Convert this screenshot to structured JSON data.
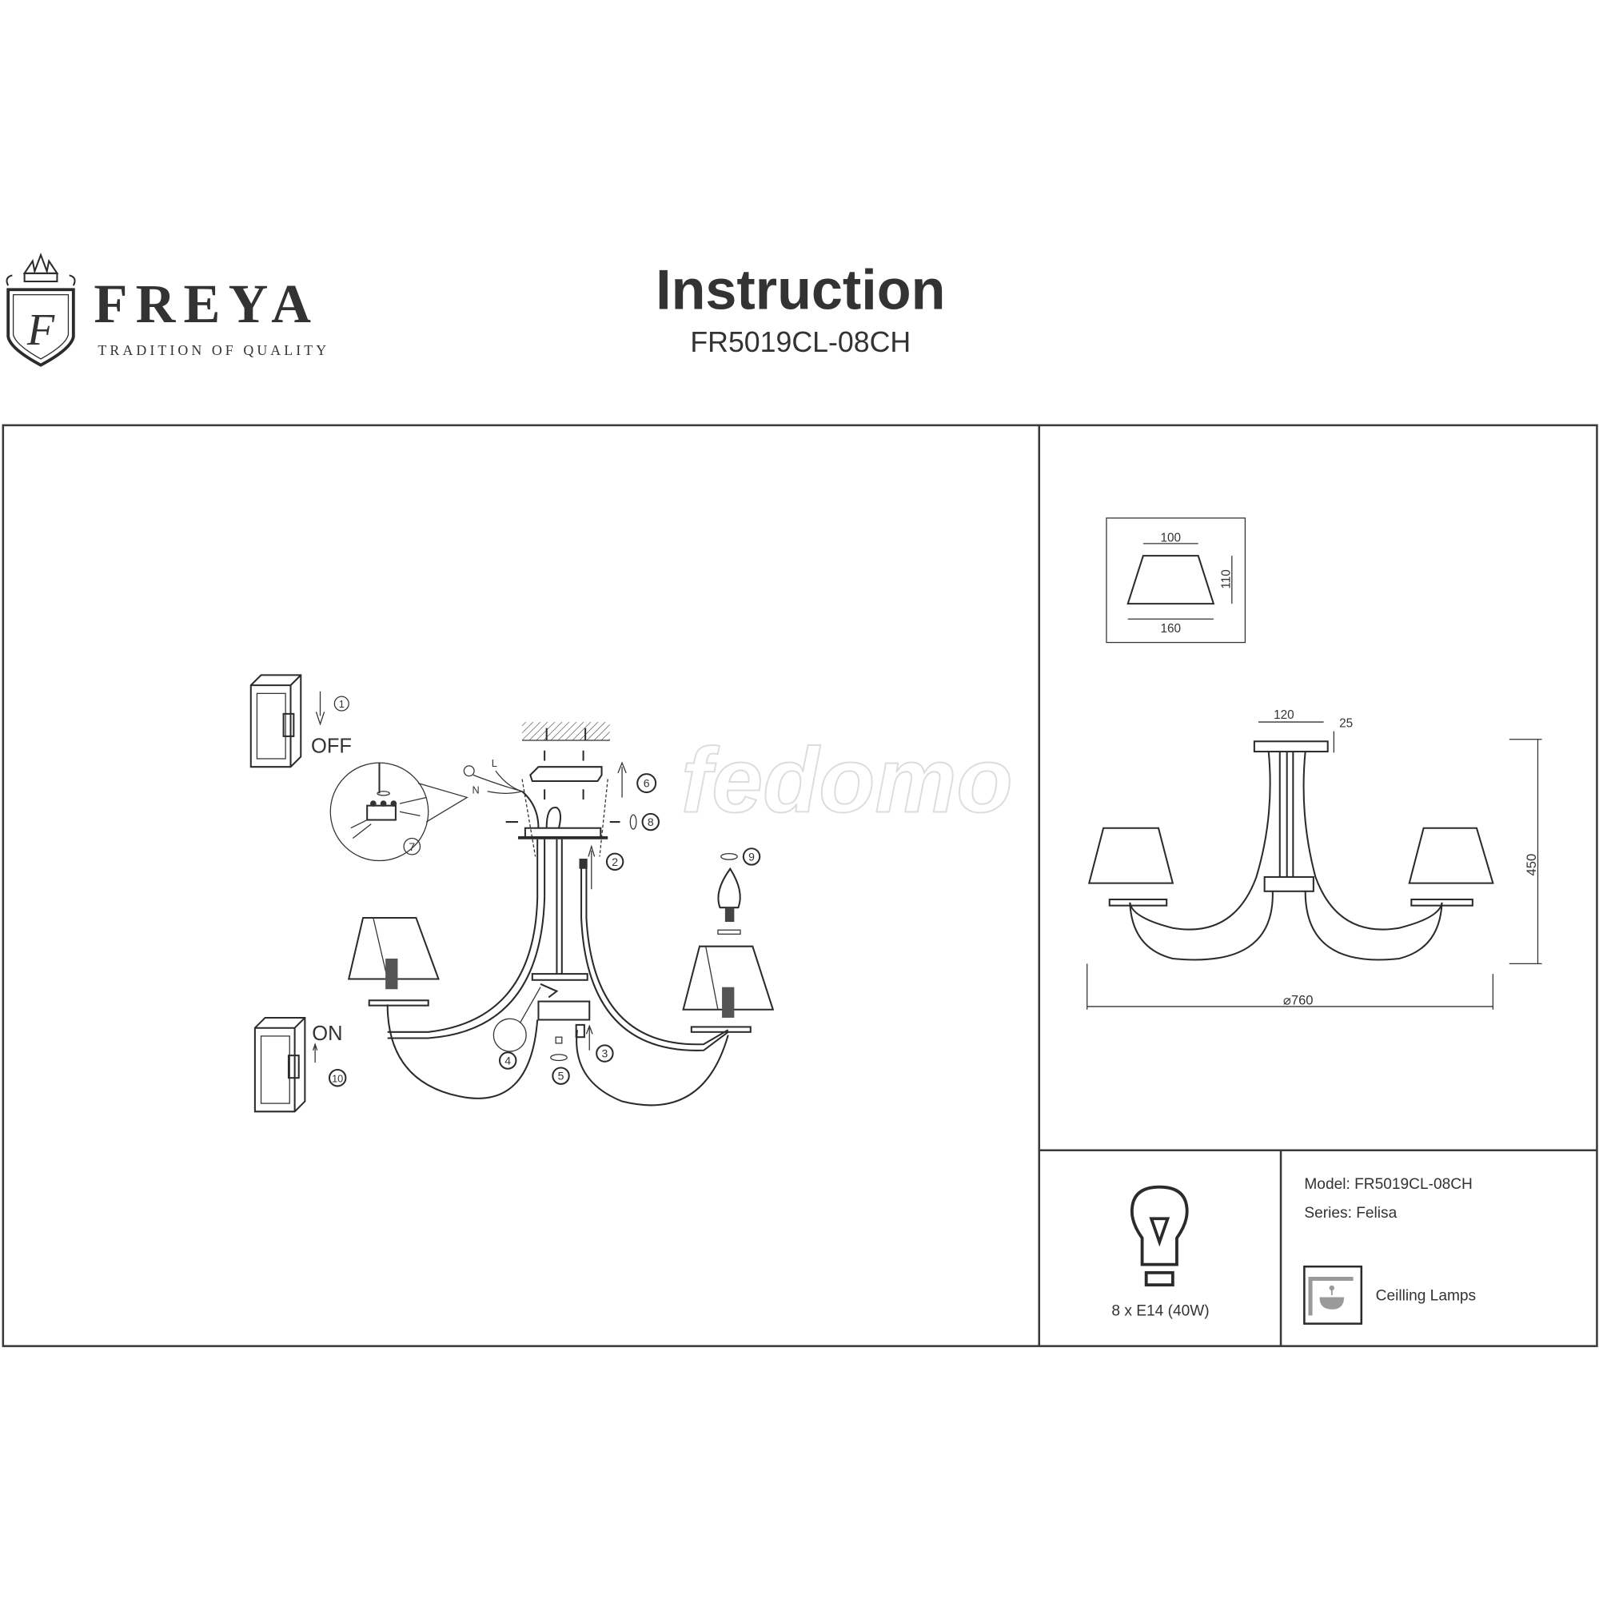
{
  "brand": {
    "name": "FREYA",
    "tagline": "TRADITION OF QUALITY",
    "monogram": "F"
  },
  "header": {
    "title": "Instruction",
    "model": "FR5019CL-08CH"
  },
  "assembly": {
    "steps": [
      "1",
      "2",
      "3",
      "4",
      "5",
      "6",
      "7",
      "8",
      "9",
      "10"
    ],
    "switch_off_label": "OFF",
    "switch_on_label": "ON",
    "wire_labels": {
      "live": "L",
      "neutral": "N"
    }
  },
  "watermark": "fedomo",
  "dimensions": {
    "shade_top": "100",
    "shade_height": "110",
    "shade_bottom": "160",
    "canopy_width": "120",
    "canopy_height": "25",
    "total_height": "450",
    "diameter": "⌀760"
  },
  "bulb": {
    "spec": "8 x E14 (40W)"
  },
  "info": {
    "model_line": "Model: FR5019CL-08CH",
    "series_line": "Series: Felisa",
    "category": "Ceilling Lamps"
  },
  "colors": {
    "ink": "#2b2b2b",
    "icon_gray": "#9a9a9a"
  }
}
